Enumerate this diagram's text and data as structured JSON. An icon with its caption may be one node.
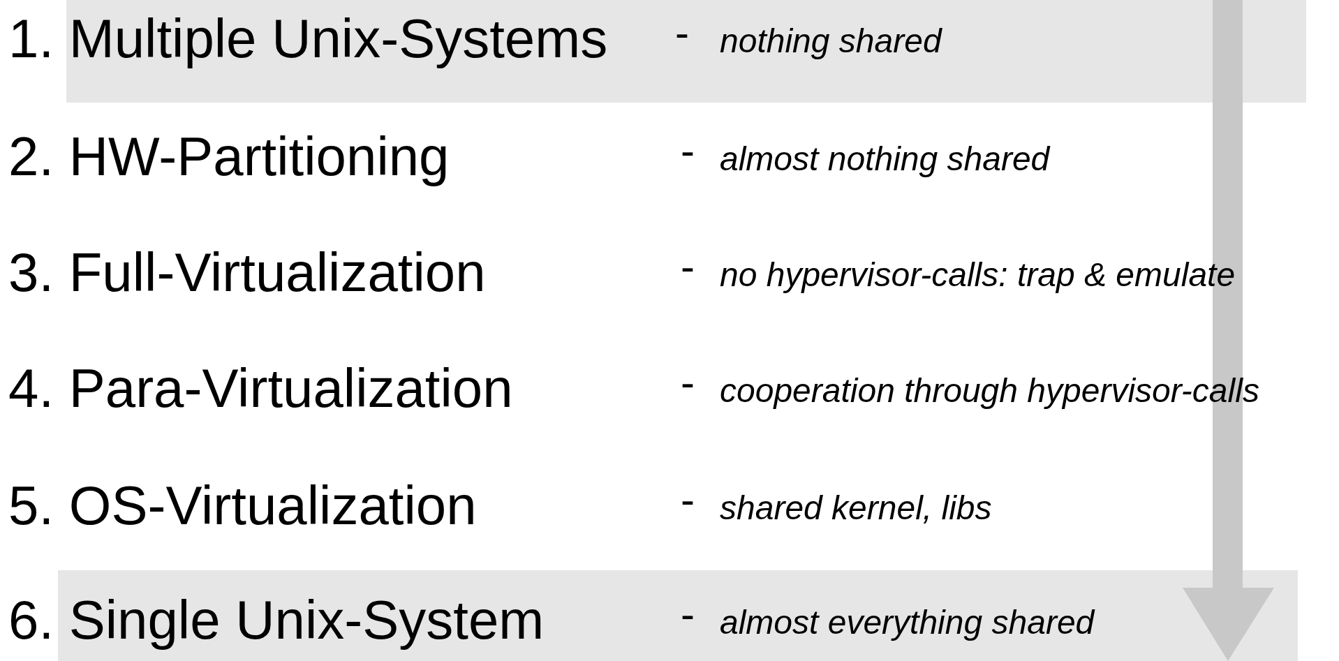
{
  "diagram": {
    "nodes": [
      {
        "text": [
          "1. Multiple Unix-Systems",
          "-",
          "nothing shared"
        ]
      },
      {
        "text": [
          "6. Single Unix-System",
          "-",
          "almost everything shared"
        ]
      }
    ],
    "labels": [
      "2. HW-Partitioning",
      "-",
      "almost nothing shared",
      "3. Full-Virtualization",
      "-",
      "no hypervisor-calls: trap & emulate",
      "4. Para-Virtualization",
      "-",
      "cooperation through hypervisor-calls",
      "5. OS-Virtualization",
      "-",
      "shared kernel, libs"
    ]
  }
}
